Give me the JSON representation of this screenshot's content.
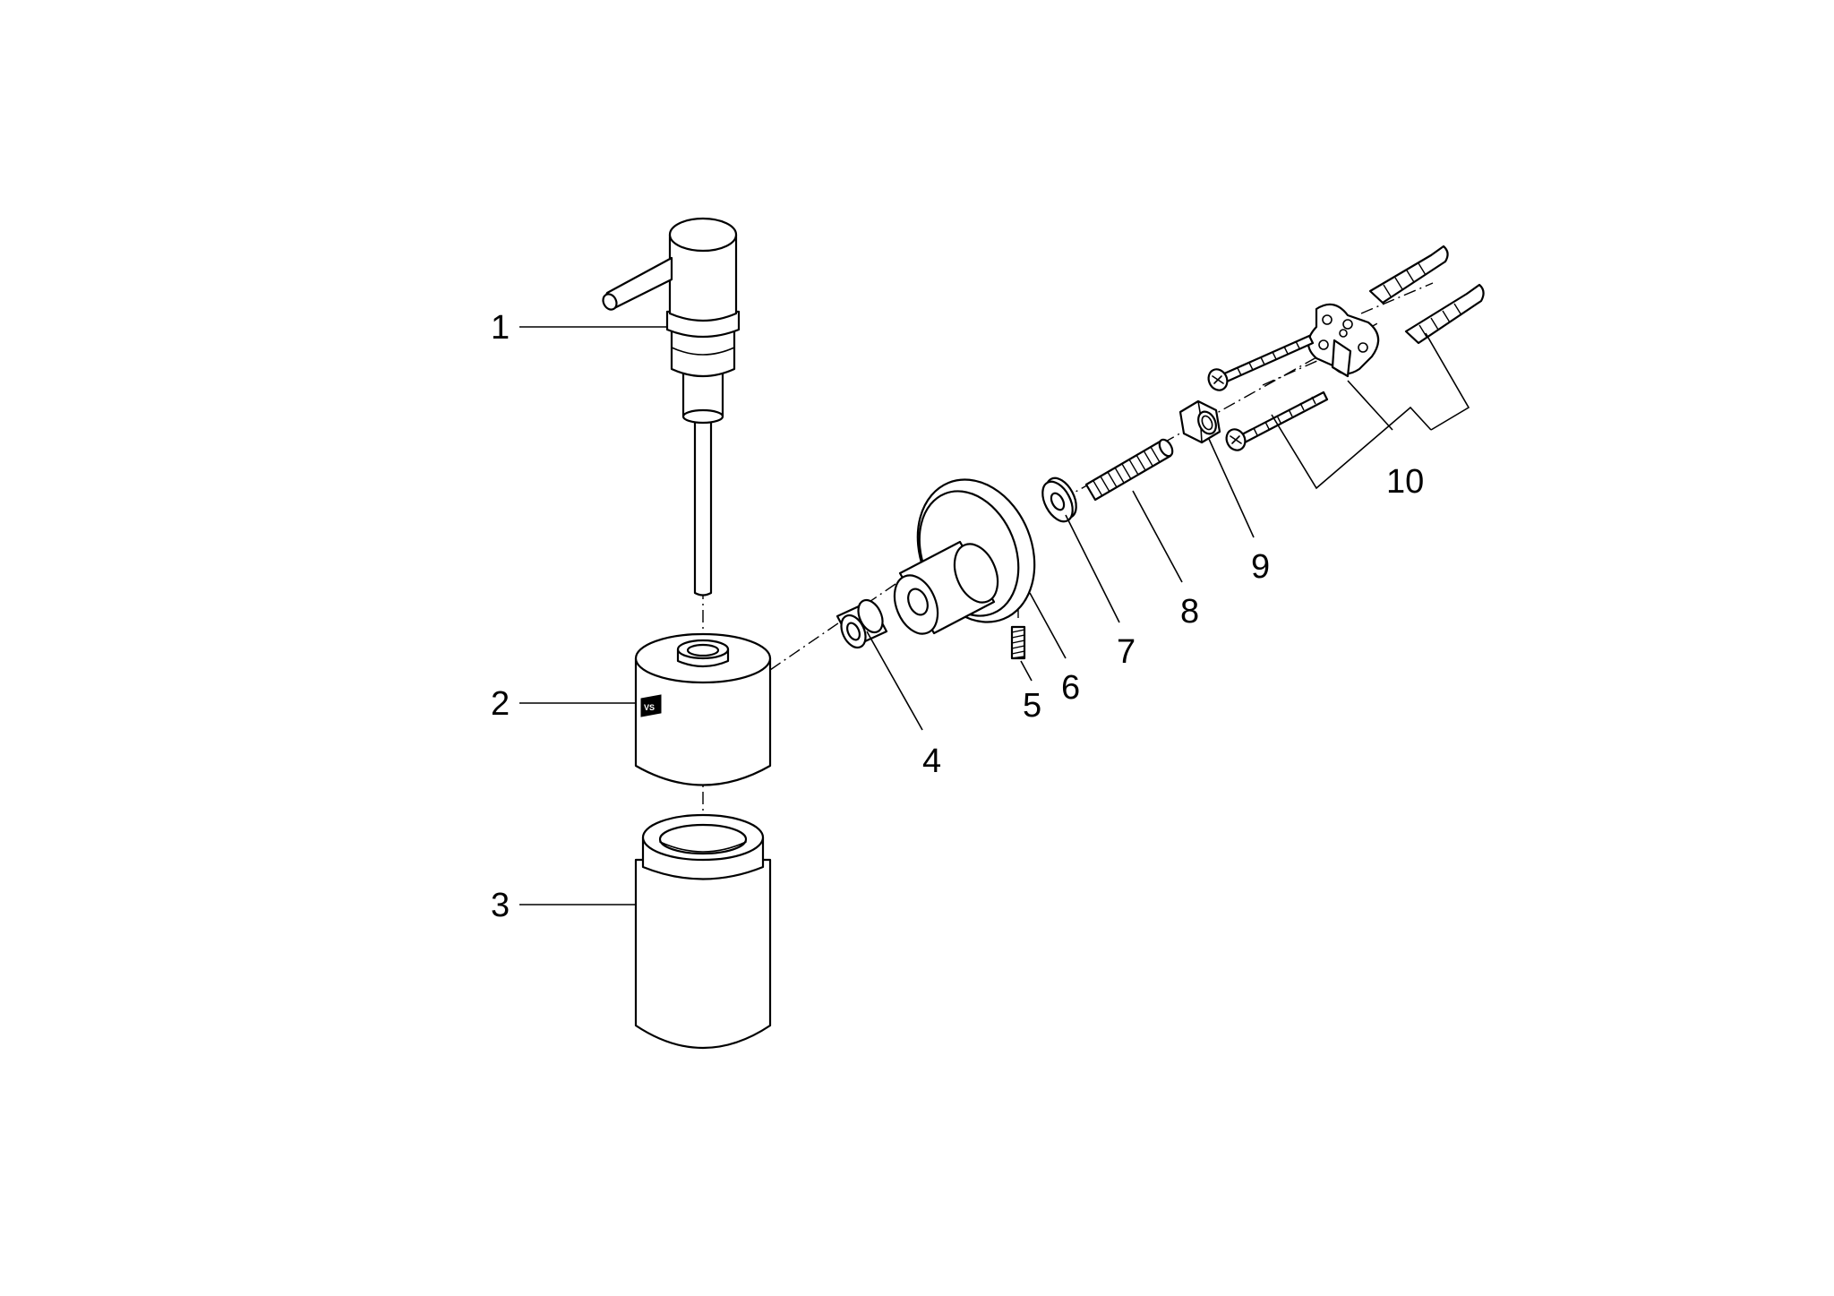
{
  "callouts": {
    "c1": "1",
    "c2": "2",
    "c3": "3",
    "c4": "4",
    "c5": "5",
    "c6": "6",
    "c7": "7",
    "c8": "8",
    "c9": "9",
    "c10": "10"
  },
  "logo_mark": "VS"
}
